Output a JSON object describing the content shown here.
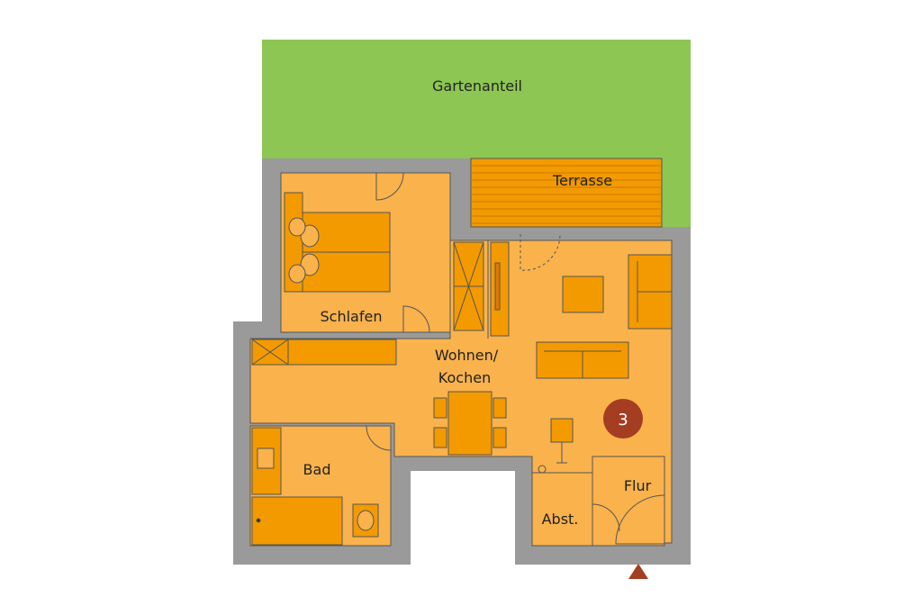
{
  "colors": {
    "garden": "#8dc653",
    "wall": "#9a9a9a",
    "floor": "#f9b24c",
    "furniture": "#f39a00",
    "line": "#555555",
    "badge": "#a43d22",
    "entrance": "#a43d22"
  },
  "labels": {
    "garden": "Gartenanteil",
    "terrace": "Terrasse",
    "bedroom": "Schlafen",
    "living_line1": "Wohnen/",
    "living_line2": "Kochen",
    "bath": "Bad",
    "storage": "Abst.",
    "hall": "Flur"
  },
  "badge": {
    "number": "3"
  }
}
